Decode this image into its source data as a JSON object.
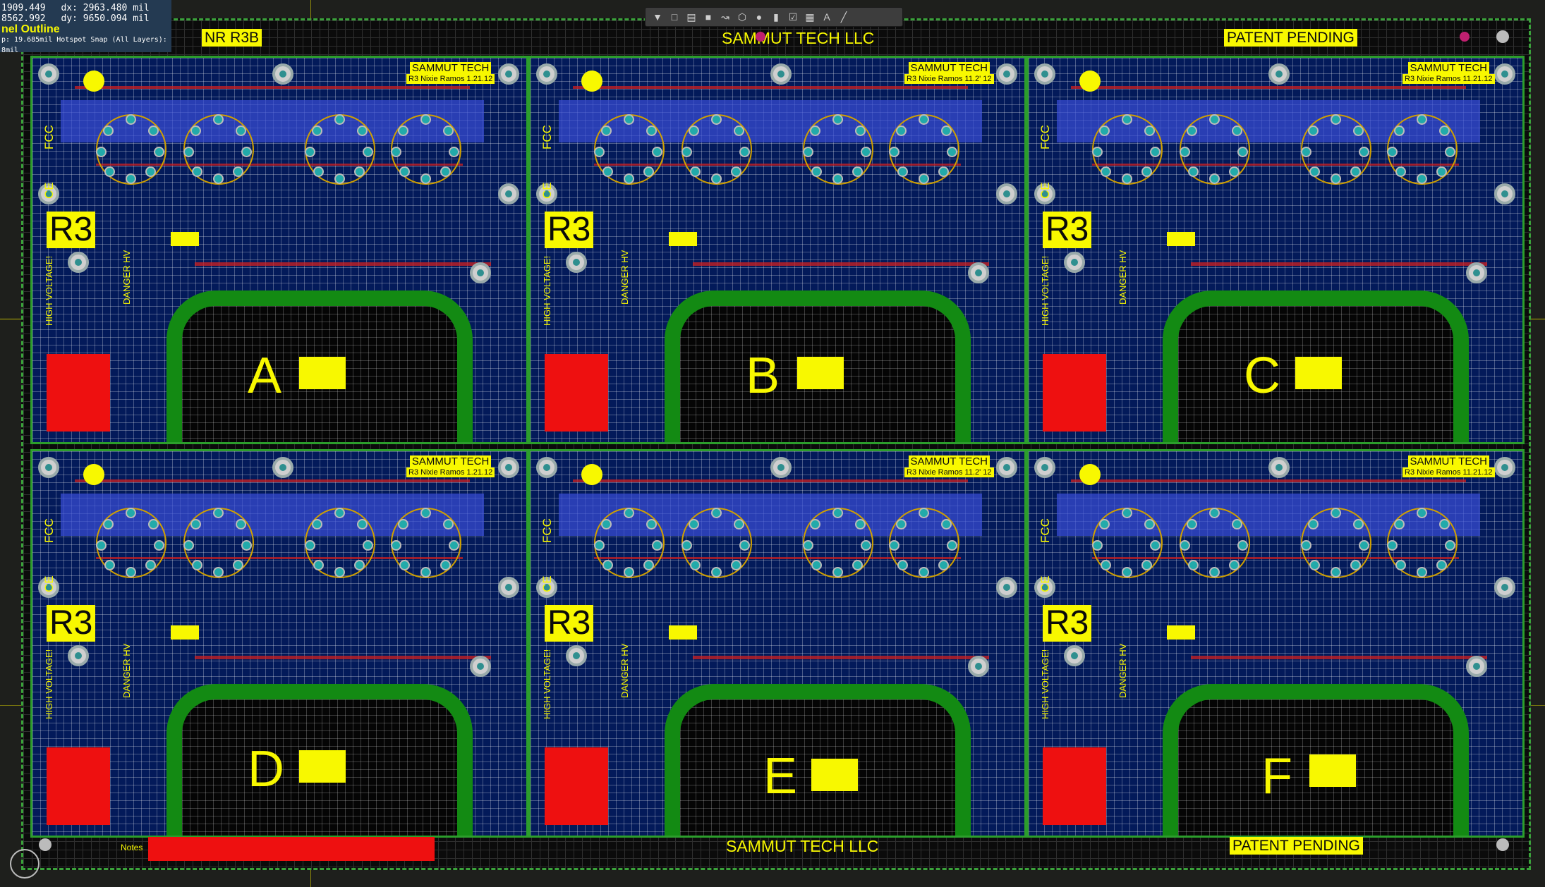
{
  "hud": {
    "line1_x": "1909.449",
    "line1_dx": "dx:  2963.480 mil",
    "line2_y": "8562.992",
    "line2_dy": "dy:  9650.094 mil",
    "layer": "nel Outline",
    "snap": "p: 19.685mil Hotspot Snap (All Layers): 8mil"
  },
  "toolbar": {
    "icons": [
      "filter-icon",
      "select-rect-icon",
      "chart-icon",
      "square-icon",
      "route-icon",
      "polygon-icon",
      "pin-icon",
      "bars-icon",
      "checkbox-icon",
      "table-icon",
      "text-icon",
      "line-icon"
    ]
  },
  "panel": {
    "top_left_label": "NR R3B",
    "top_center_label": "SAMMUT TECH LLC",
    "top_right_label": "PATENT PENDING",
    "bottom_center_label": "SAMMUT TECH LLC",
    "bottom_right_label": "PATENT PENDING",
    "notes_label": "Notes"
  },
  "boards": [
    {
      "letter": "A",
      "brand": "SAMMUT TECH",
      "sub": "R3 Nixie Ramos  1.21.12",
      "r3": "R3",
      "fcc": "FCC",
      "ce": "CE",
      "hv": "HIGH VOLTAGE!",
      "danger": "DANGER HV"
    },
    {
      "letter": "B",
      "brand": "SAMMUT TECH",
      "sub": "R3 Nixie Ramos  11.2' 12",
      "r3": "R3",
      "fcc": "FCC",
      "ce": "CE",
      "hv": "HIGH VOLTAGE!",
      "danger": "DANGER HV"
    },
    {
      "letter": "C",
      "brand": "SAMMUT TECH",
      "sub": "R3 Nixie Ramos  11.21.12",
      "r3": "R3",
      "fcc": "FCC",
      "ce": "CE",
      "hv": "HIGH VOLTAGE!",
      "danger": "DANGER HV"
    },
    {
      "letter": "D",
      "brand": "SAMMUT TECH",
      "sub": "R3 Nixie Ramos  1.21.12",
      "r3": "R3",
      "fcc": "FCC",
      "ce": "CE",
      "hv": "HIGH VOLTAGE!",
      "danger": "DANGER HV"
    },
    {
      "letter": "E",
      "brand": "SAMMUT TECH",
      "sub": "R3 Nixie Ramos  11.2' 12",
      "r3": "R3",
      "fcc": "FCC",
      "ce": "CE",
      "hv": "HIGH VOLTAGE!",
      "danger": "DANGER HV"
    },
    {
      "letter": "F",
      "brand": "SAMMUT TECH",
      "sub": "R3 Nixie Ramos  11.21.12",
      "r3": "R3",
      "fcc": "FCC",
      "ce": "CE",
      "hv": "HIGH VOLTAGE!",
      "danger": "DANGER HV"
    }
  ],
  "colors": {
    "copper_top": "#ee1010",
    "copper_bottom": "#1235c4",
    "silkscreen": "#f8f800",
    "board_outline": "#2c9e2c",
    "background": "#0b0b0b"
  }
}
